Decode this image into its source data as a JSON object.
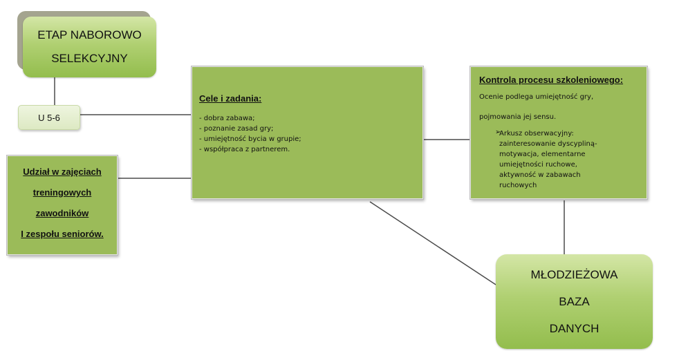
{
  "etap": {
    "line1": "ETAP NABOROWO",
    "line2": "SELEKCYJNY"
  },
  "u56": {
    "label": "U 5-6"
  },
  "cele": {
    "title": "Cele i zadania:",
    "items": [
      "- dobra zabawa;",
      "- poznanie zasad gry;",
      "- umiejętność bycia w grupie;",
      "- współpraca z partnerem."
    ]
  },
  "kontrola": {
    "title": "Kontrola procesu szkoleniowego:",
    "text1": "Ocenie podlega umiejętność gry,",
    "text2": "pojmowania jej sensu.",
    "bullet_symbol": "➢",
    "bullet_text": "Arkusz obserwacyjny: zainteresowanie dyscypliną-motywacja, elementarne umiejętności ruchowe, aktywność w zabawach ruchowych"
  },
  "udzial": {
    "lines": [
      "Udział w zajęciach",
      "treningowych",
      "zawodników",
      "I zespołu seniorów."
    ]
  },
  "baza": {
    "line1": "MŁODZIEŻOWA",
    "line2": "BAZA",
    "line3": "DANYCH"
  },
  "colors": {
    "box_fill": "#9bbb59",
    "connector": "#4a4a4a",
    "node_gradient_top": "#d4e6a6",
    "node_gradient_bottom": "#93bd4d"
  }
}
